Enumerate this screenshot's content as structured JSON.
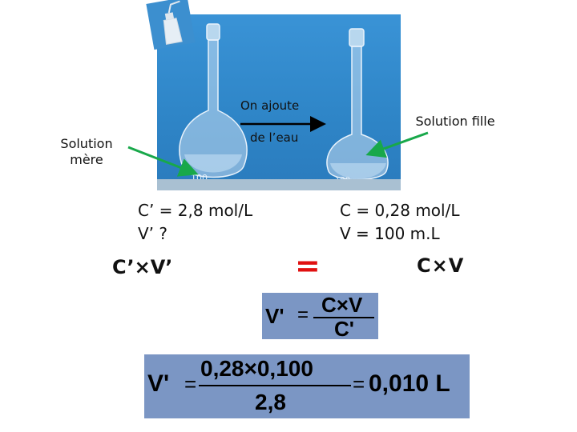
{
  "labels": {
    "add": "On ajoute",
    "water": "de l’eau",
    "stock_solution": "Solution mère",
    "daughter_solution": "Solution fille"
  },
  "stock": {
    "concentration": "C’ = 2,8 mol/L",
    "volume": "V’ ?",
    "product": "C’×V’"
  },
  "daughter": {
    "concentration": "C = 0,28 mol/L",
    "volume": "V = 100 m.L",
    "product": "C×V"
  },
  "equals_sign": "=",
  "flask_marks": {
    "left": "100",
    "right": "100"
  },
  "formula1": {
    "lhs": "V'",
    "op": "=",
    "numerator": "C×V",
    "denominator": "C'"
  },
  "formula2": {
    "lhs": "V'",
    "op": "=",
    "numerator": "0,28×0,100",
    "denominator": "2,8",
    "op2": "=",
    "result": "0,010 L"
  },
  "colors": {
    "photo_background": "#2f86c8",
    "arrow_green": "#18a84a",
    "equals_red": "#e01010",
    "formula_box": "#7b96c4"
  },
  "icons": [
    "wash-bottle-icon",
    "volumetric-flask-icon",
    "right-arrow-icon"
  ]
}
